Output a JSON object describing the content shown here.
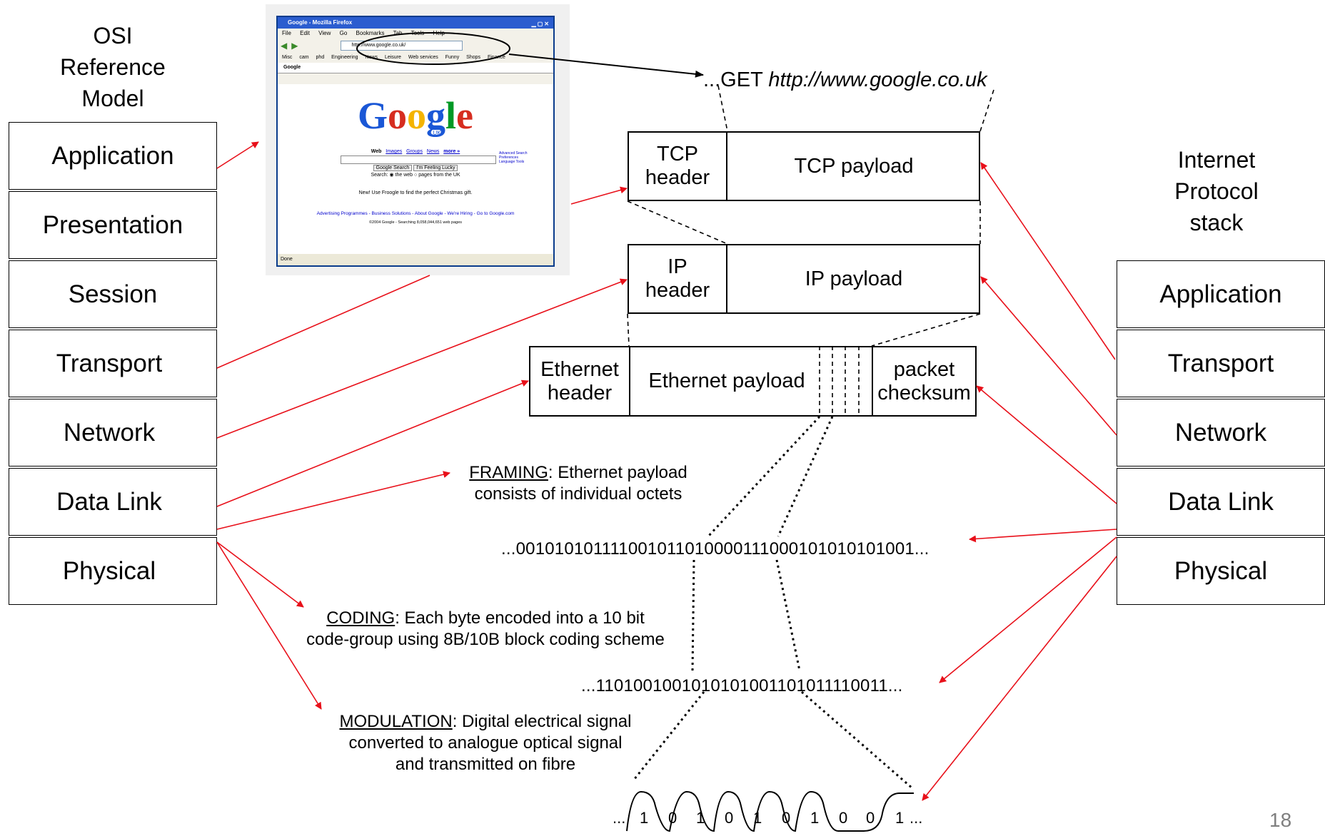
{
  "osi": {
    "title": [
      "OSI",
      "Reference",
      "Model"
    ],
    "layers": [
      "Application",
      "Presentation",
      "Session",
      "Transport",
      "Network",
      "Data Link",
      "Physical"
    ]
  },
  "internet": {
    "title": [
      "Internet",
      "Protocol",
      "stack"
    ],
    "layers": [
      "Application",
      "Transport",
      "Network",
      "Data Link",
      "Physical"
    ]
  },
  "http": {
    "prefix": "...GET ",
    "url": "http://www.google.co.uk"
  },
  "tcp": {
    "header": "TCP header",
    "payload": "TCP payload"
  },
  "ip": {
    "header": "IP header",
    "payload": "IP payload"
  },
  "ethernet": {
    "header": "Ethernet header",
    "payload": "Ethernet payload",
    "checksum": "packet checksum"
  },
  "framing": {
    "term": "FRAMING",
    "text": ": Ethernet payload",
    "line2": "consists of individual octets"
  },
  "coding": {
    "term": "CODING",
    "text": ": Each byte encoded into a 10 bit",
    "line2": "code-group using 8B/10B block coding scheme"
  },
  "modulation": {
    "term": "MODULATION",
    "text": ": Digital electrical signal",
    "line2": "converted to analogue optical signal",
    "line3": "and transmitted on fibre"
  },
  "bits1": "...001010101111001011010000111000101010101001...",
  "bits2": "...1101001001010101001101011110011...",
  "signal": {
    "prefix": "...",
    "bits": [
      "1",
      "0",
      "1",
      "0",
      "1",
      "0",
      "1",
      "0",
      "0",
      "1"
    ],
    "suffix": "..."
  },
  "page_number": "18",
  "browser": {
    "window_title": "Google - Mozilla Firefox",
    "menu": [
      "File",
      "Edit",
      "View",
      "Go",
      "Bookmarks",
      "Tab",
      "Tools",
      "Help"
    ],
    "url": "http://www.google.co.uk/",
    "bookmarks": [
      "Misc",
      "cam",
      "phd",
      "Engineering",
      "News",
      "Leisure",
      "Web services",
      "Funny",
      "Shops",
      "Finance"
    ],
    "tab": "Google",
    "logo": "Google",
    "logo_sub": "UK",
    "search_tabs": [
      "Web",
      "Images",
      "Groups",
      "News",
      "more »"
    ],
    "side_links": [
      "Advanced Search",
      "Preferences",
      "Language Tools"
    ],
    "buttons": [
      "Google Search",
      "I'm Feeling Lucky"
    ],
    "search_scope": "Search:  ◉ the web  ○ pages from the UK",
    "promo": "New! Use Froogle to find the perfect Christmas gift.",
    "footer_links": "Advertising Programmes - Business Solutions - About Google - We're Hiring - Go to Google.com",
    "copyright": "©2004 Google - Searching 8,058,044,651 web pages",
    "status": "Done"
  },
  "colors": {
    "arrow": "#e8101a",
    "border": "#000000",
    "browser_title": "#2b5dcf"
  }
}
